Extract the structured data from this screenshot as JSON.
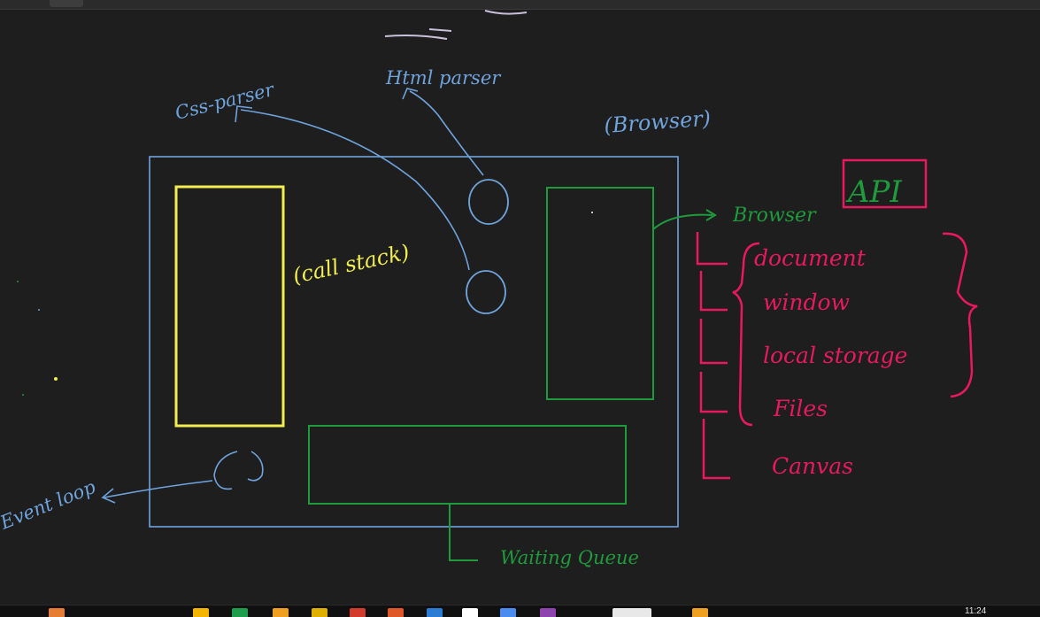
{
  "labels": {
    "css_parser": "Css-parser",
    "html_parser": "Html parser",
    "browser": "(Browser)",
    "call_stack": "(call stack)",
    "browser_api_prefix": "Browser",
    "api": "API",
    "event_loop": "Event loop",
    "waiting_queue": "Waiting Queue"
  },
  "api_items": [
    "document",
    "window",
    "local storage",
    "Files",
    "Canvas"
  ],
  "taskbar": {
    "clock": "11:24"
  },
  "colors": {
    "blue": "#6fa3dc",
    "yellow": "#f2ee4f",
    "green": "#1f9a3c",
    "pink": "#e8195f",
    "background": "#1e1e1e"
  },
  "icons": [
    "pen-tool-icon",
    "taskbar-app-icons"
  ]
}
